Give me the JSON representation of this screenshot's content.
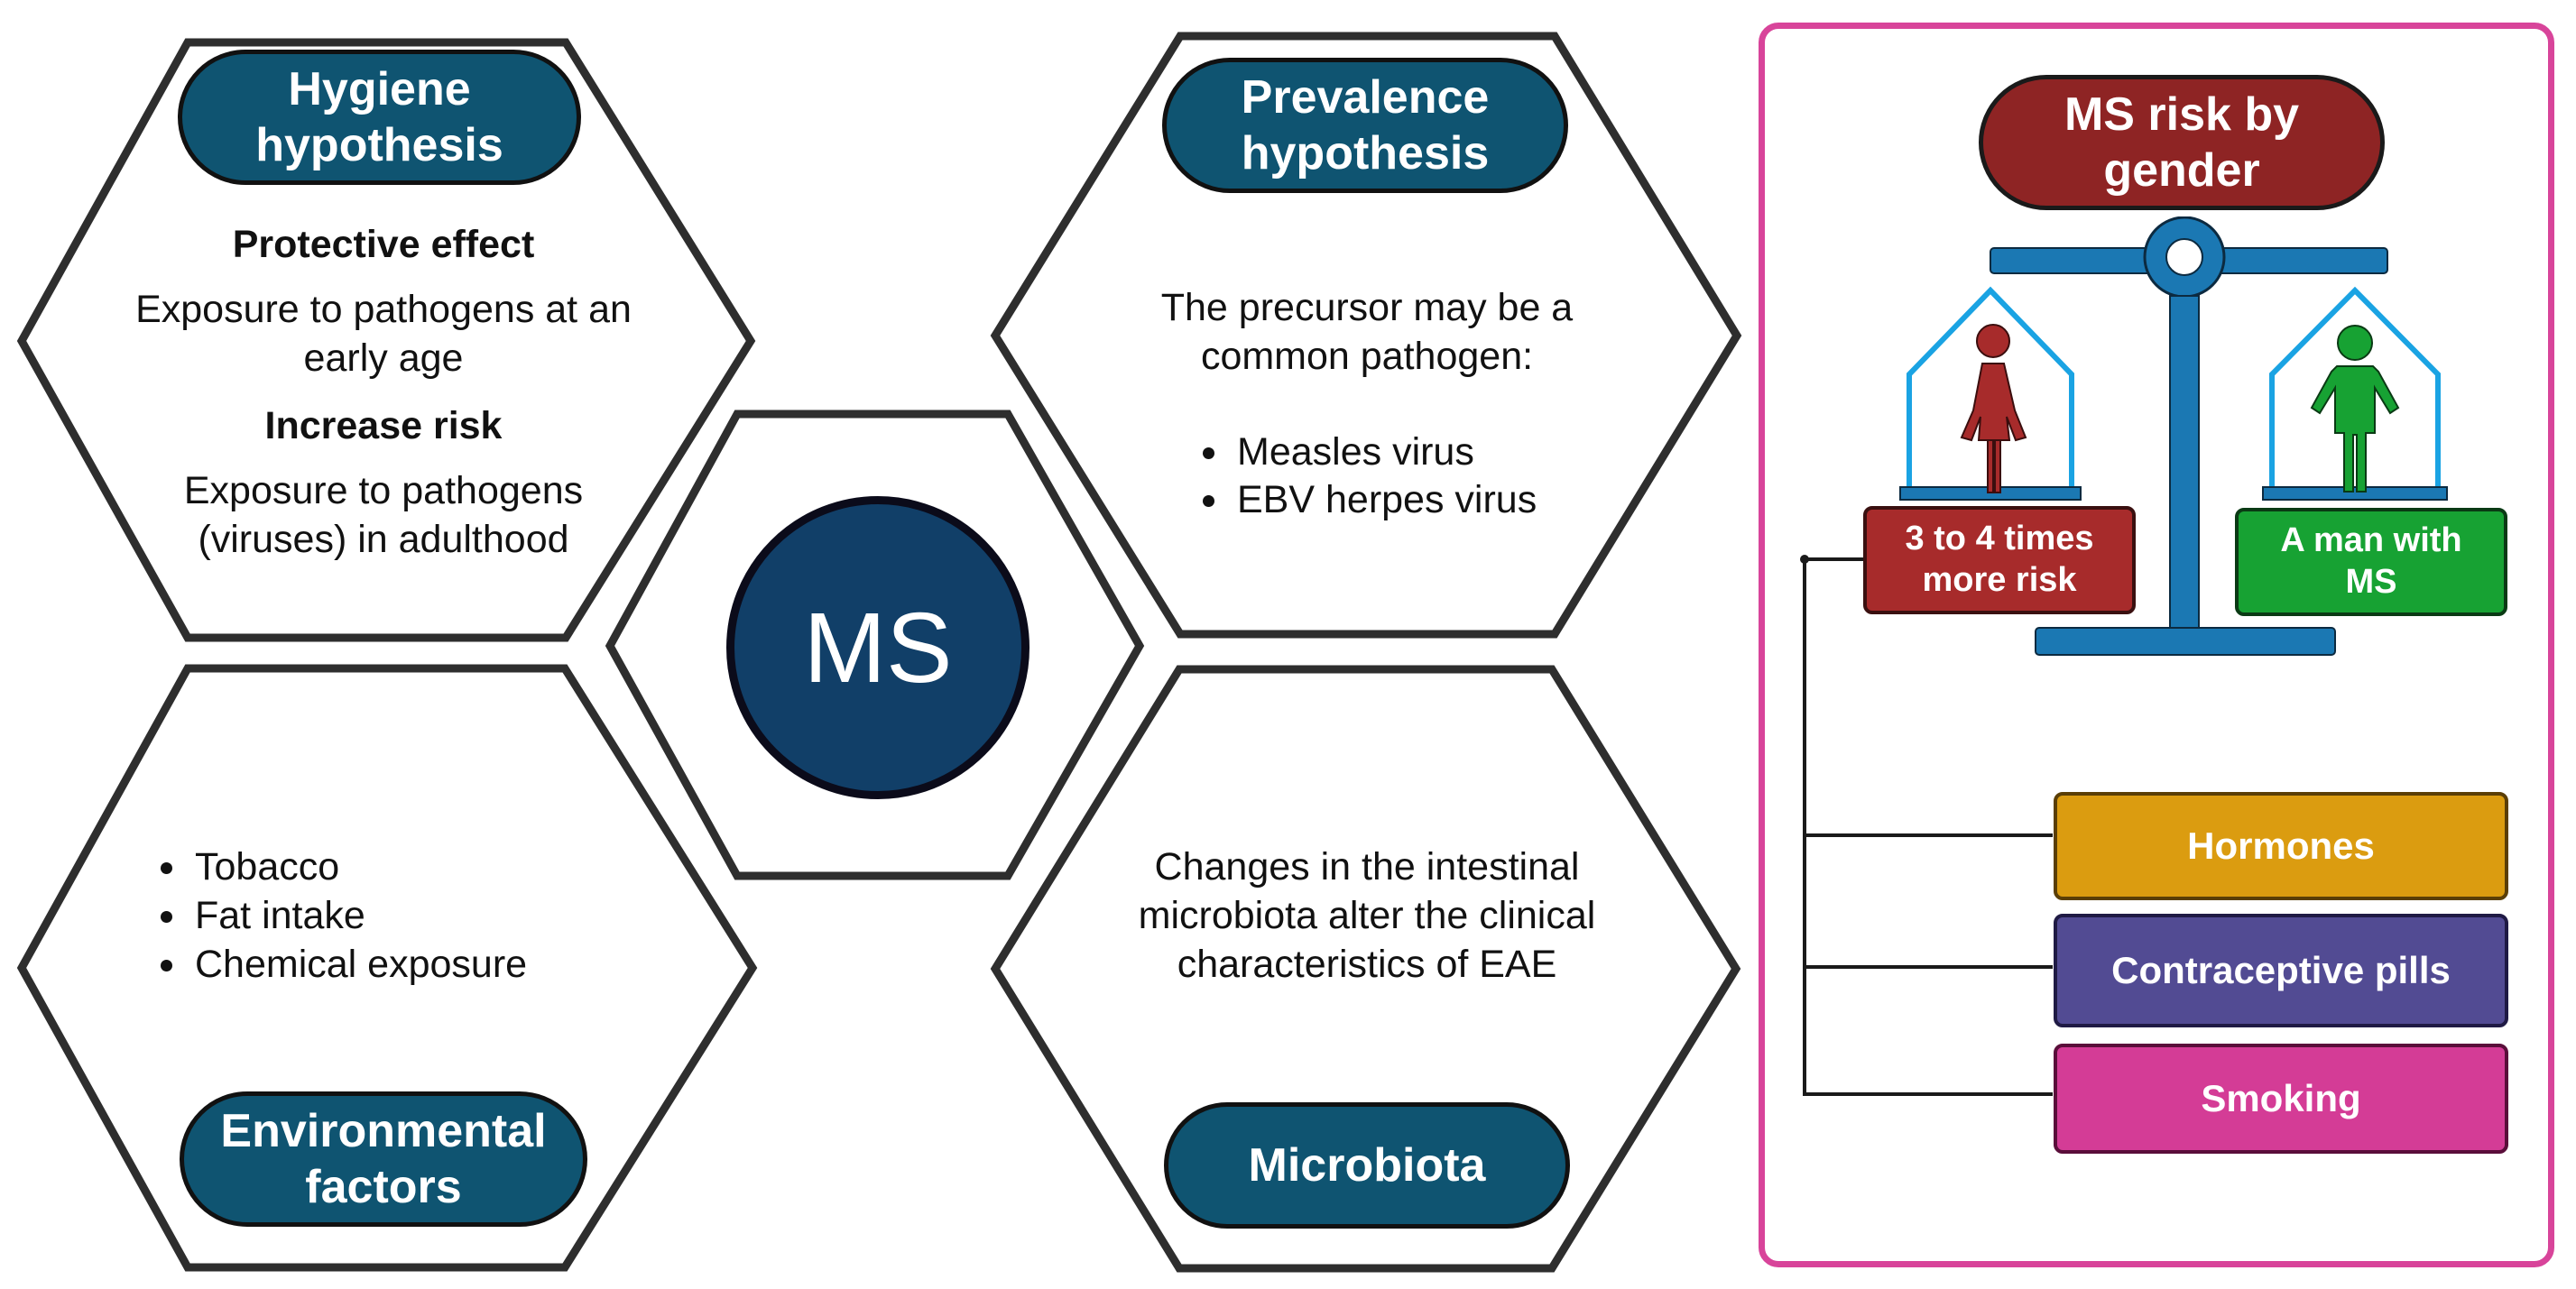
{
  "center": {
    "label": "MS"
  },
  "hexagons": {
    "hygiene": {
      "title": "Hygiene hypothesis",
      "protective_heading": "Protective effect",
      "protective_text": "Exposure to pathogens at an early age",
      "risk_heading": "Increase risk",
      "risk_text": "Exposure to pathogens (viruses) in adulthood"
    },
    "prevalence": {
      "title": "Prevalence hypothesis",
      "text": "The precursor may be a common pathogen:",
      "items": [
        "Measles virus",
        "EBV herpes virus"
      ]
    },
    "environmental": {
      "title": "Environmental factors",
      "items": [
        "Tobacco",
        "Fat intake",
        "Chemical exposure"
      ]
    },
    "microbiota": {
      "title": "Microbiota",
      "text": "Changes in the intestinal microbiota alter the clinical characteristics of EAE"
    }
  },
  "gender_panel": {
    "title": "MS risk by gender",
    "woman_label": "3 to 4 times more risk",
    "man_label": "A man with MS",
    "factors": [
      "Hormones",
      "Contraceptive pills",
      "Smoking"
    ]
  },
  "colors": {
    "navy_pill": "#0f5471",
    "ms_circle": "#113f68",
    "title_red": "#8e2424",
    "scale_blue": "#1b78b3",
    "woman_red": "#a72b2b",
    "man_green": "#17a233",
    "hormones": "#db9c10",
    "contraceptive": "#524b93",
    "smoking": "#d43c96",
    "panel_border": "#d8449a"
  },
  "icons": [
    "woman-icon",
    "man-icon",
    "balance-scale-icon"
  ]
}
